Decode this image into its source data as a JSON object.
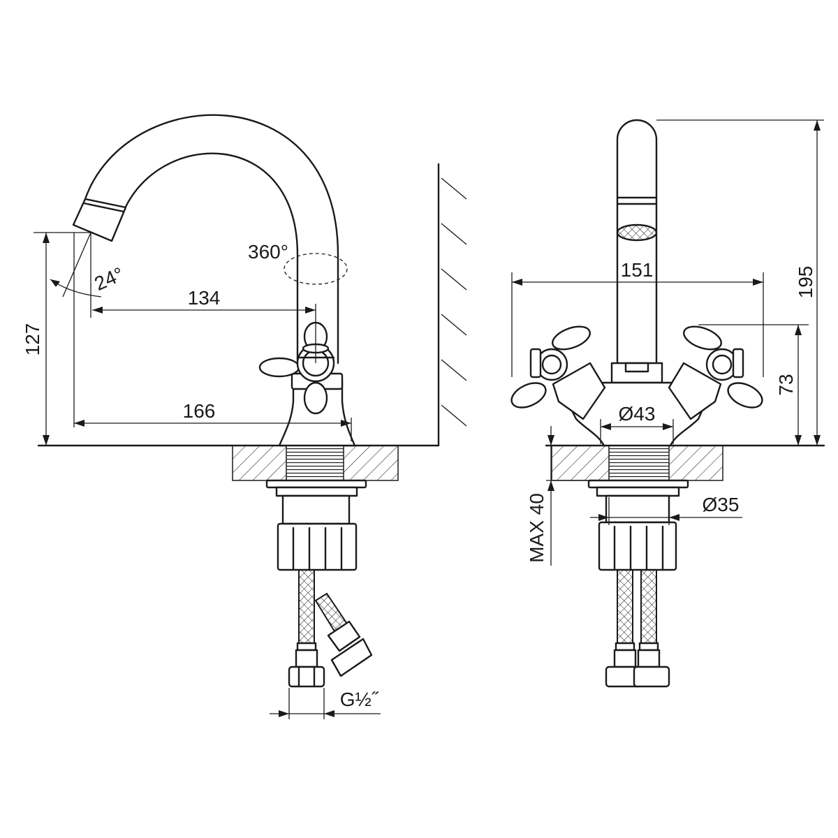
{
  "dimensions": {
    "height_spout": "127",
    "angle_spout": "24°",
    "swivel": "360°",
    "reach": "134",
    "depth": "166",
    "thread": "G½˝",
    "width": "151",
    "height_total": "195",
    "height_handle": "73",
    "base_diameter": "Ø43",
    "hole_diameter": "Ø35",
    "max_counter": "MAX 40"
  }
}
